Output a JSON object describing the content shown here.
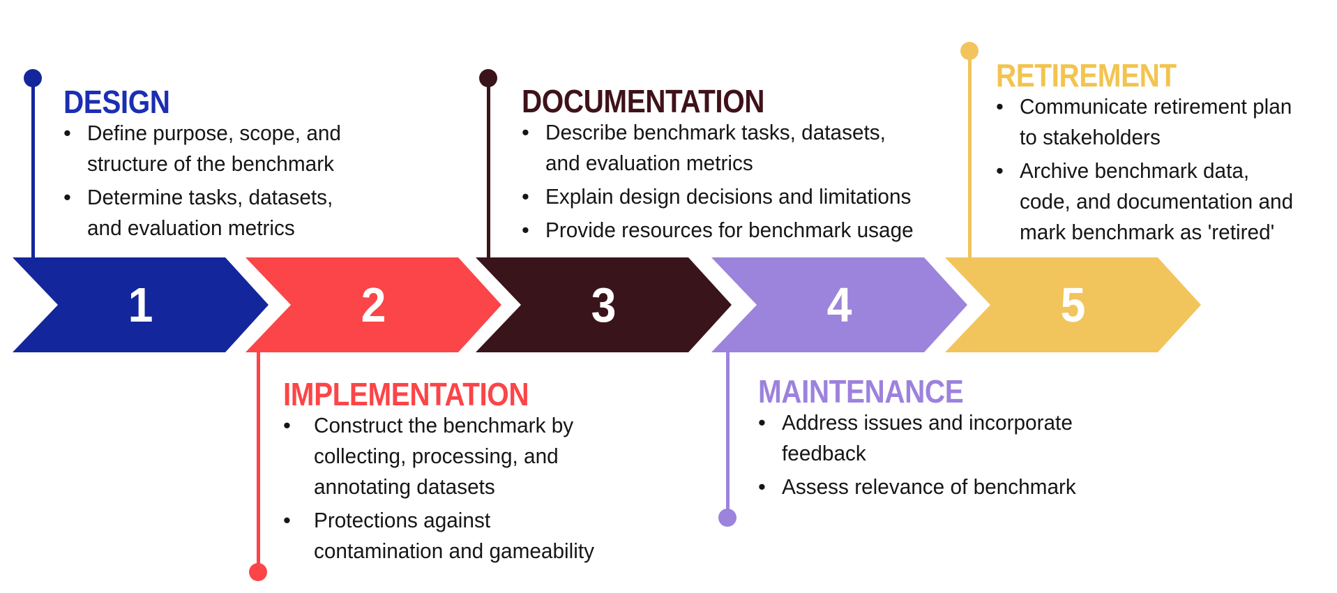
{
  "ui": {
    "background": "#ffffff",
    "number_color": "#ffffff",
    "text_color": "#161616",
    "bullet_glyph": "•"
  },
  "stages": [
    {
      "number": "1",
      "title": "DESIGN",
      "label_position": "above",
      "color": "#14269B",
      "title_color": "#1C2EB2",
      "bullets": [
        "Define purpose, scope, and\nstructure of the benchmark",
        "Determine tasks, datasets,\nand evaluation metrics"
      ]
    },
    {
      "number": "2",
      "title": "IMPLEMENTATION",
      "label_position": "below",
      "color": "#FB4548",
      "title_color": "#FB4548",
      "bullets": [
        "Construct the benchmark by\ncollecting, processing, and\nannotating datasets",
        "Protections against\ncontamination and gameability"
      ]
    },
    {
      "number": "3",
      "title": "DOCUMENTATION",
      "label_position": "above",
      "color": "#3A141B",
      "title_color": "#3F1219",
      "bullets": [
        "Describe benchmark tasks, datasets,\nand evaluation metrics",
        "Explain design decisions and limitations",
        "Provide resources for benchmark usage"
      ]
    },
    {
      "number": "4",
      "title": "MAINTENANCE",
      "label_position": "below",
      "color": "#9C83DC",
      "title_color": "#9C82DD",
      "bullets": [
        "Address issues and incorporate\nfeedback",
        "Assess relevance of benchmark"
      ]
    },
    {
      "number": "5",
      "title": "RETIREMENT",
      "label_position": "above",
      "color": "#F2C45C",
      "title_color": "#F2C44F",
      "bullets": [
        "Communicate retirement plan\nto stakeholders",
        "Archive benchmark data,\ncode, and documentation and\nmark benchmark as 'retired'"
      ]
    }
  ]
}
